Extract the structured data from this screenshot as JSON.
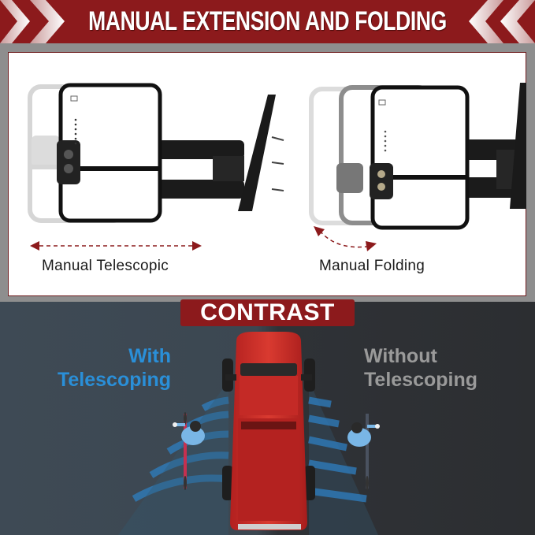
{
  "banner": {
    "title": "MANUAL EXTENSION AND FOLDING",
    "background_color": "#8c1a1c",
    "left_icon": "double-chevron-right-icon",
    "right_icon": "double-chevron-left-icon"
  },
  "panels": [
    {
      "caption": "Manual Telescopic",
      "image": "towing-mirror-extended-telescopic",
      "arrow": "horizontal-double-arrow-icon"
    },
    {
      "caption": "Manual Folding",
      "image": "towing-mirror-folding-positions",
      "arrow": "curved-double-arrow-icon"
    }
  ],
  "contrast": {
    "badge": "CONTRAST",
    "left": {
      "line1": "With",
      "line2": "Telescoping",
      "color": "#2a8fd8"
    },
    "right": {
      "line1": "Without",
      "line2": "Telescoping",
      "color": "#9a9a9a"
    },
    "image": "red-pickup-truck-top-view-with-cyclists"
  }
}
